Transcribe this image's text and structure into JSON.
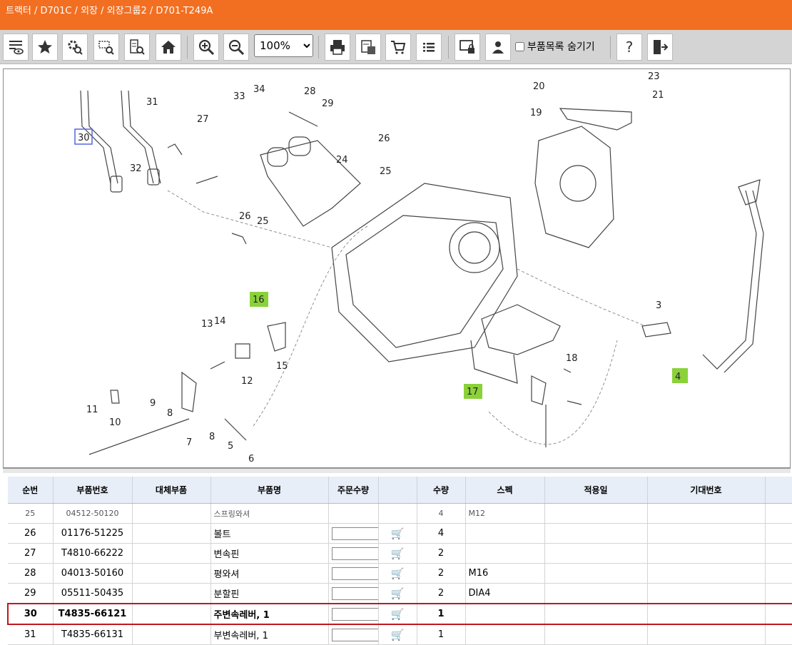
{
  "breadcrumb": "트랙터 / D701C / 외장 / 외장그룹2 / D701-T249A",
  "toolbar": {
    "zoom": "100%",
    "zoom_options": [
      "100%"
    ],
    "hide_parts_label": "부품목록 숨기기",
    "help_label": "?"
  },
  "diagram": {
    "callouts": [
      "30",
      "31",
      "32",
      "27",
      "33",
      "34",
      "28",
      "29",
      "26",
      "24",
      "25",
      "26",
      "25",
      "20",
      "23",
      "21",
      "19",
      "16",
      "13",
      "14",
      "12",
      "15",
      "11",
      "10",
      "9",
      "8",
      "7",
      "8",
      "5",
      "6",
      "3",
      "4",
      "17",
      "18"
    ]
  },
  "table": {
    "headers": [
      "순번",
      "부품번호",
      "대체부품",
      "부품명",
      "주문수량",
      "",
      "수량",
      "스펙",
      "적용일",
      "기대번호"
    ],
    "partial_row": {
      "no": "25",
      "part_no": "04512-50120",
      "name": "스프링와셔",
      "qty": "4",
      "spec": "M12"
    },
    "rows": [
      {
        "no": "26",
        "part_no": "01176-51225",
        "alt": "",
        "name": "볼트",
        "qty": "4",
        "spec": "",
        "date": "",
        "machine": ""
      },
      {
        "no": "27",
        "part_no": "T4810-66222",
        "alt": "",
        "name": "변속핀",
        "qty": "2",
        "spec": "",
        "date": "",
        "machine": ""
      },
      {
        "no": "28",
        "part_no": "04013-50160",
        "alt": "",
        "name": "평와셔",
        "qty": "2",
        "spec": "M16",
        "date": "",
        "machine": ""
      },
      {
        "no": "29",
        "part_no": "05511-50435",
        "alt": "",
        "name": "분할핀",
        "qty": "2",
        "spec": "DIA4",
        "date": "",
        "machine": ""
      },
      {
        "no": "30",
        "part_no": "T4835-66121",
        "alt": "",
        "name": "주변속레버, 1",
        "qty": "1",
        "spec": "",
        "date": "",
        "machine": ""
      },
      {
        "no": "31",
        "part_no": "T4835-66131",
        "alt": "",
        "name": "부변속레버, 1",
        "qty": "1",
        "spec": "",
        "date": "",
        "machine": ""
      }
    ]
  }
}
